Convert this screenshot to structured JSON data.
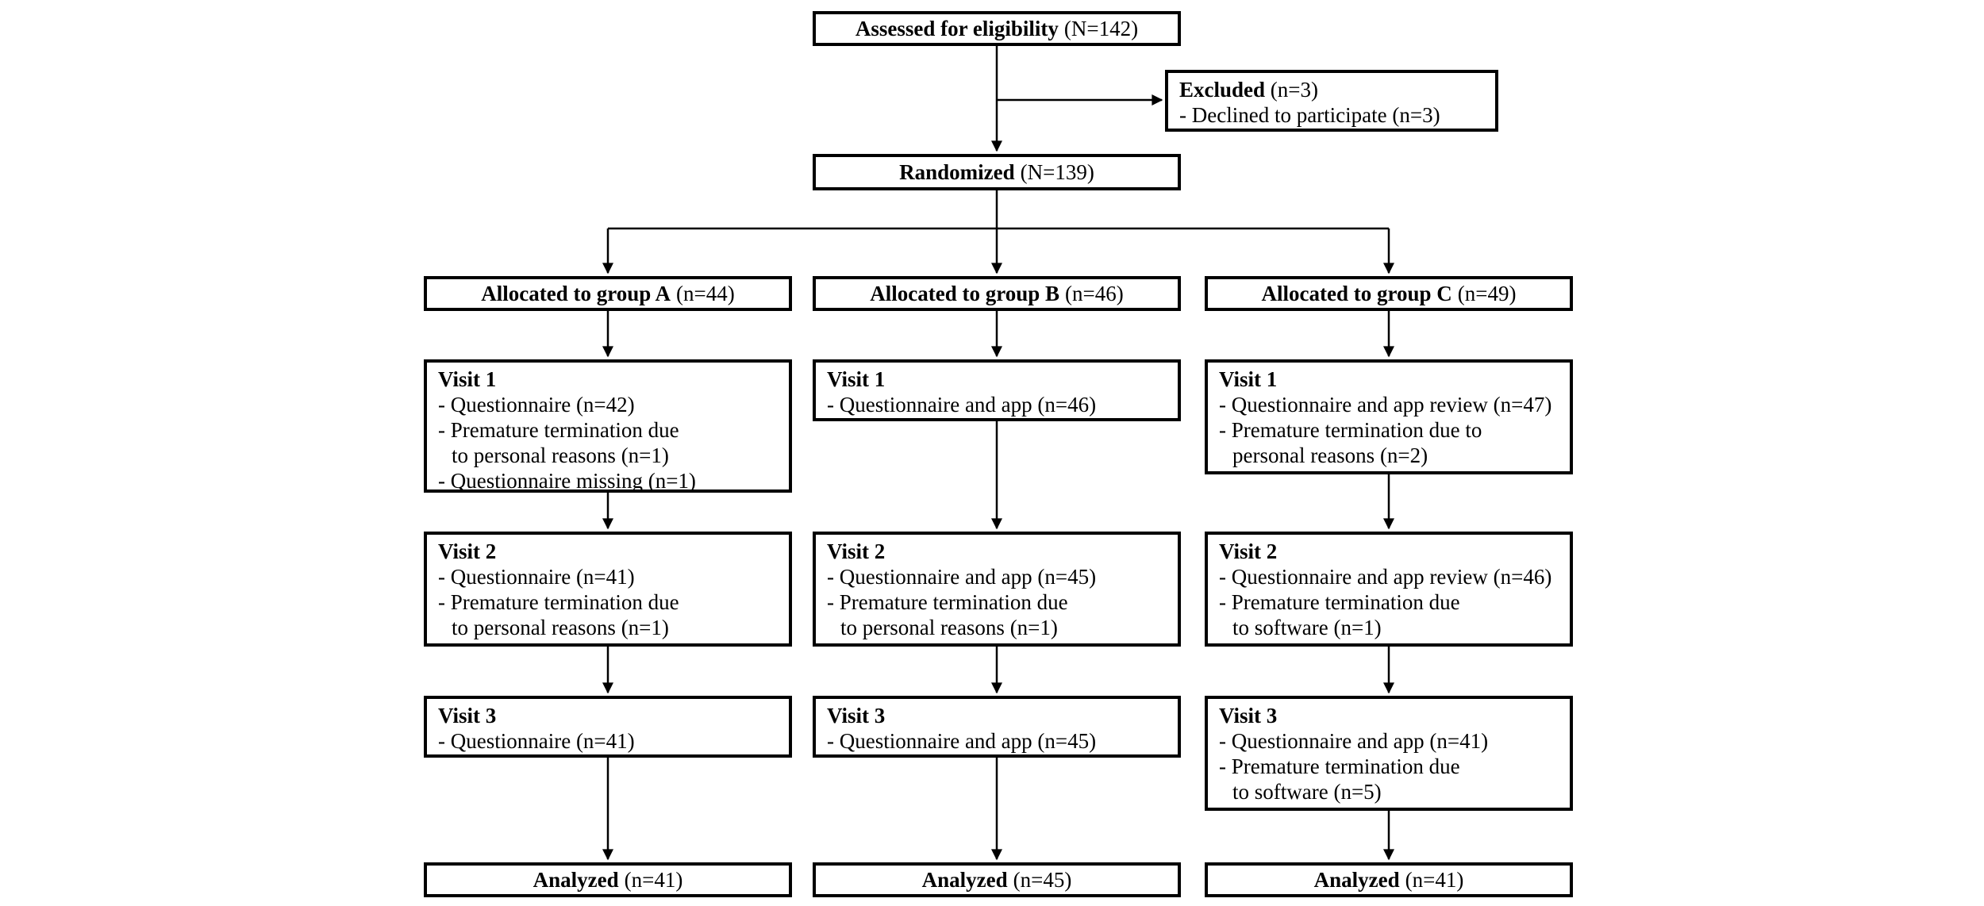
{
  "diagram": {
    "assessed": {
      "label": "Assessed for eligibility",
      "n": "(N=142)"
    },
    "excluded": {
      "title": "Excluded",
      "n": "(n=3)",
      "reason": "- Declined to participate (n=3)"
    },
    "randomized": {
      "label": "Randomized",
      "n": "(N=139)"
    },
    "groups": [
      {
        "allocation": {
          "label": "Allocated to group A",
          "n": "(n=44)"
        },
        "visit1": {
          "title": "Visit 1",
          "lines": [
            "- Questionnaire (n=42)",
            "- Premature termination due",
            "to personal reasons (n=1)",
            "- Questionnaire missing (n=1)"
          ]
        },
        "visit2": {
          "title": "Visit 2",
          "lines": [
            "- Questionnaire (n=41)",
            "- Premature termination due",
            "to personal reasons (n=1)"
          ]
        },
        "visit3": {
          "title": "Visit 3",
          "lines": [
            "- Questionnaire (n=41)"
          ]
        },
        "analyzed": {
          "label": "Analyzed",
          "n": "(n=41)"
        }
      },
      {
        "allocation": {
          "label": "Allocated to group B",
          "n": "(n=46)"
        },
        "visit1": {
          "title": "Visit 1",
          "lines": [
            "- Questionnaire and app (n=46)"
          ]
        },
        "visit2": {
          "title": "Visit 2",
          "lines": [
            "- Questionnaire and app (n=45)",
            "- Premature termination due",
            "to personal reasons (n=1)"
          ]
        },
        "visit3": {
          "title": "Visit 3",
          "lines": [
            "- Questionnaire and app (n=45)"
          ]
        },
        "analyzed": {
          "label": "Analyzed",
          "n": "(n=45)"
        }
      },
      {
        "allocation": {
          "label": "Allocated to group C",
          "n": "(n=49)"
        },
        "visit1": {
          "title": "Visit 1",
          "lines": [
            "- Questionnaire and app review (n=47)",
            "- Premature termination due to",
            "personal reasons (n=2)"
          ]
        },
        "visit2": {
          "title": "Visit 2",
          "lines": [
            "- Questionnaire and app review (n=46)",
            "- Premature termination due",
            "to software (n=1)"
          ]
        },
        "visit3": {
          "title": "Visit 3",
          "lines": [
            "- Questionnaire and app (n=41)",
            "- Premature termination due",
            "to software (n=5)"
          ]
        },
        "analyzed": {
          "label": "Analyzed",
          "n": "(n=41)"
        }
      }
    ]
  },
  "colors": {
    "line": "#000000",
    "background": "#ffffff"
  }
}
